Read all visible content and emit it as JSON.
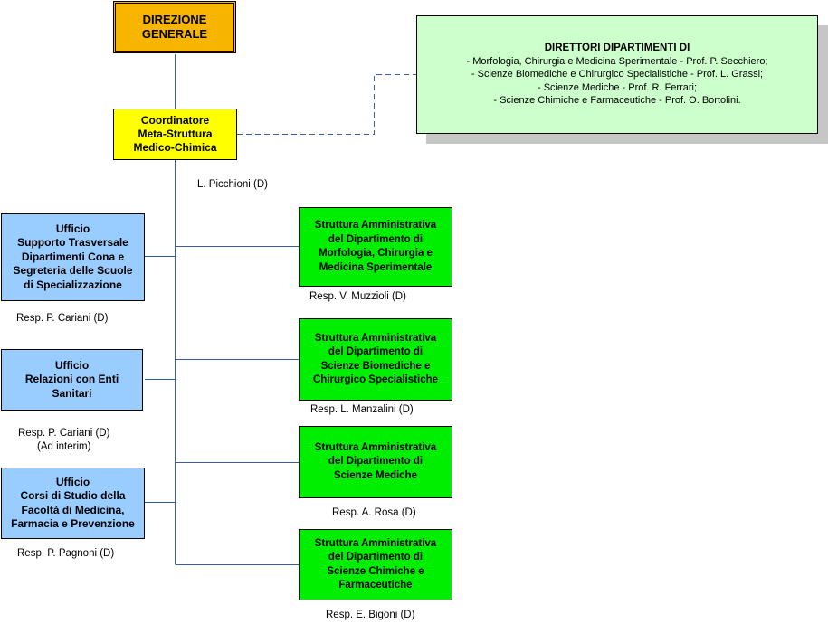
{
  "direzione": {
    "lines": [
      "DIREZIONE",
      "GENERALE"
    ]
  },
  "coordinatore": {
    "lines": [
      "Coordinatore",
      "Meta-Struttura",
      "Medico-Chimica"
    ],
    "resp": "L. Picchioni (D)"
  },
  "direttori": {
    "title": "DIRETTORI DIPARTIMENTI DI",
    "lines": [
      "-  Morfologia, Chirurgia e Medicina Sperimentale - Prof. P. Secchiero;",
      "- Scienze Biomediche e Chirurgico Specialistiche - Prof. L. Grassi;",
      "- Scienze Mediche - Prof. R. Ferrari;",
      "- Scienze Chimiche e Farmaceutiche - Prof. O. Bortolini."
    ]
  },
  "uffici": [
    {
      "lines": [
        "Ufficio",
        "Supporto Trasversale",
        "Dipartimenti Cona e",
        "Segreteria delle Scuole",
        "di Specializzazione"
      ],
      "resp": "Resp. P. Cariani (D)",
      "resp2": ""
    },
    {
      "lines": [
        "Ufficio",
        "Relazioni con Enti",
        "Sanitari"
      ],
      "resp": "Resp. P. Cariani (D)",
      "resp2": "(Ad interim)"
    },
    {
      "lines": [
        "Ufficio",
        "Corsi di Studio della",
        "Facoltà di Medicina,",
        "Farmacia e Prevenzione"
      ],
      "resp": "Resp. P. Pagnoni (D)",
      "resp2": ""
    }
  ],
  "strutture": [
    {
      "lines": [
        "Struttura Amministrativa",
        "del Dipartimento di",
        "Morfologia, Chirurgia e",
        "Medicina Sperimentale"
      ],
      "resp": "Resp. V. Muzzioli (D)"
    },
    {
      "lines": [
        "Struttura Amministrativa",
        "del Dipartimento di",
        "Scienze Biomediche e",
        "Chirurgico Specialistiche"
      ],
      "resp": "Resp. L. Manzalini (D)"
    },
    {
      "lines": [
        "Struttura Amministrativa",
        "del Dipartimento di",
        "Scienze Mediche"
      ],
      "resp": "Resp. A. Rosa (D)"
    },
    {
      "lines": [
        "Struttura Amministrativa",
        "del Dipartimento di",
        "Scienze Chimiche e",
        "Farmaceutiche"
      ],
      "resp": "Resp. E. Bigoni (D)"
    }
  ],
  "colors": {
    "direzione_fill": "#f7b500",
    "coordinatore_fill": "#ffff00",
    "ufficio_fill": "#99ccff",
    "struttura_fill": "#00ee00",
    "direttori_fill": "#ccffcc",
    "connector": "#3a5fa0"
  }
}
